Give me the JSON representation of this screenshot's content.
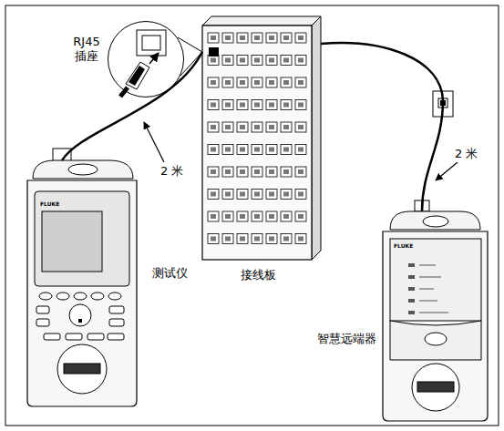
{
  "diagram": {
    "nodes": [
      {
        "text": [
          "RJ45 插座"
        ]
      },
      {
        "text": [
          "接线板"
        ]
      },
      {
        "text": [
          "测试仪"
        ]
      },
      {
        "text": [
          "智慧远端器"
        ]
      }
    ],
    "edges": [
      {
        "from": 2,
        "to": 1,
        "label": "2 米",
        "arrow": "none"
      },
      {
        "from": 1,
        "to": 3,
        "label": "2 米",
        "arrow": "none"
      },
      {
        "from": 0,
        "to": 1,
        "arrow": "none"
      }
    ],
    "labels": [
      "FLUKE",
      "FLUKE"
    ]
  }
}
